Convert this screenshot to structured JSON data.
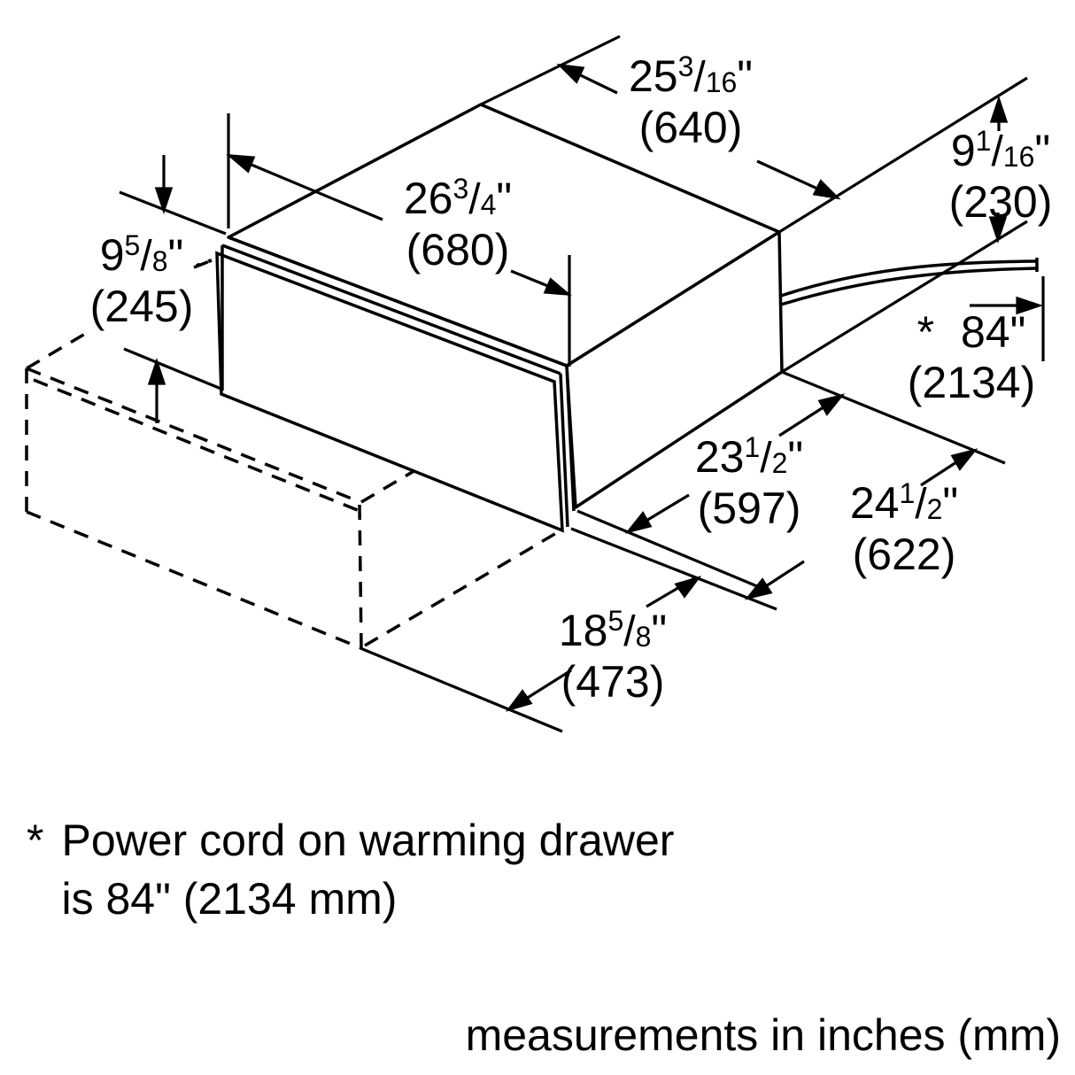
{
  "dims": {
    "d640": {
      "whole": "25",
      "num": "3",
      "den": "16",
      "mm": "(640)"
    },
    "d680": {
      "whole": "26",
      "num": "3",
      "den": "4",
      "mm": "(680)"
    },
    "d245": {
      "whole": "9",
      "num": "5",
      "den": "8",
      "mm": "(245)"
    },
    "d230": {
      "whole": "9",
      "num": "1",
      "den": "16",
      "mm": "(230)"
    },
    "d2134": {
      "prefix": "*",
      "whole": "84",
      "mm": "(2134)"
    },
    "d597": {
      "whole": "23",
      "num": "1",
      "den": "2",
      "mm": "(597)"
    },
    "d622": {
      "whole": "24",
      "num": "1",
      "den": "2",
      "mm": "(622)"
    },
    "d473": {
      "whole": "18",
      "num": "5",
      "den": "8",
      "mm": "(473)"
    }
  },
  "glyphs": {
    "slash": "/",
    "inch": "\""
  },
  "footnote": {
    "marker": "*",
    "line1": "Power cord on warming drawer",
    "line2": "is 84\" (2134 mm)"
  },
  "units_note": "measurements in inches (mm)",
  "colors": {
    "ink": "#000000",
    "paper": "#ffffff"
  }
}
